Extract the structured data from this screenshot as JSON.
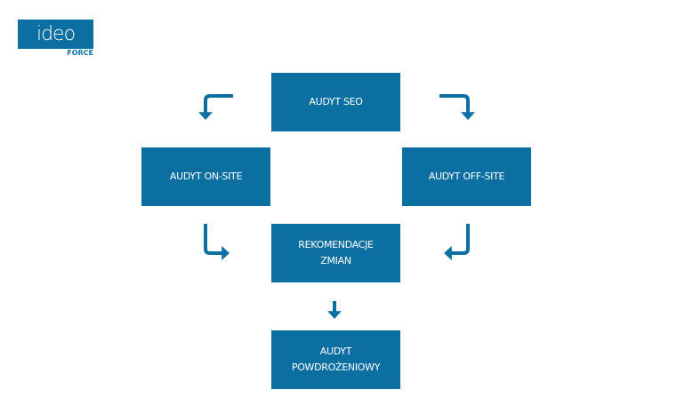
{
  "logo": {
    "name": "ideo",
    "sub": "FORCE"
  },
  "nodes": {
    "seo": "AUDYT SEO",
    "onsite": "AUDYT ON-SITE",
    "offsite": "AUDYT OFF-SITE",
    "rekomendacje": "REKOMENDACJE\nZMIAN",
    "powdrozeniowy": "AUDYT\nPOWDROŻENIOWY"
  },
  "colors": {
    "accent": "#0b6fa2"
  }
}
